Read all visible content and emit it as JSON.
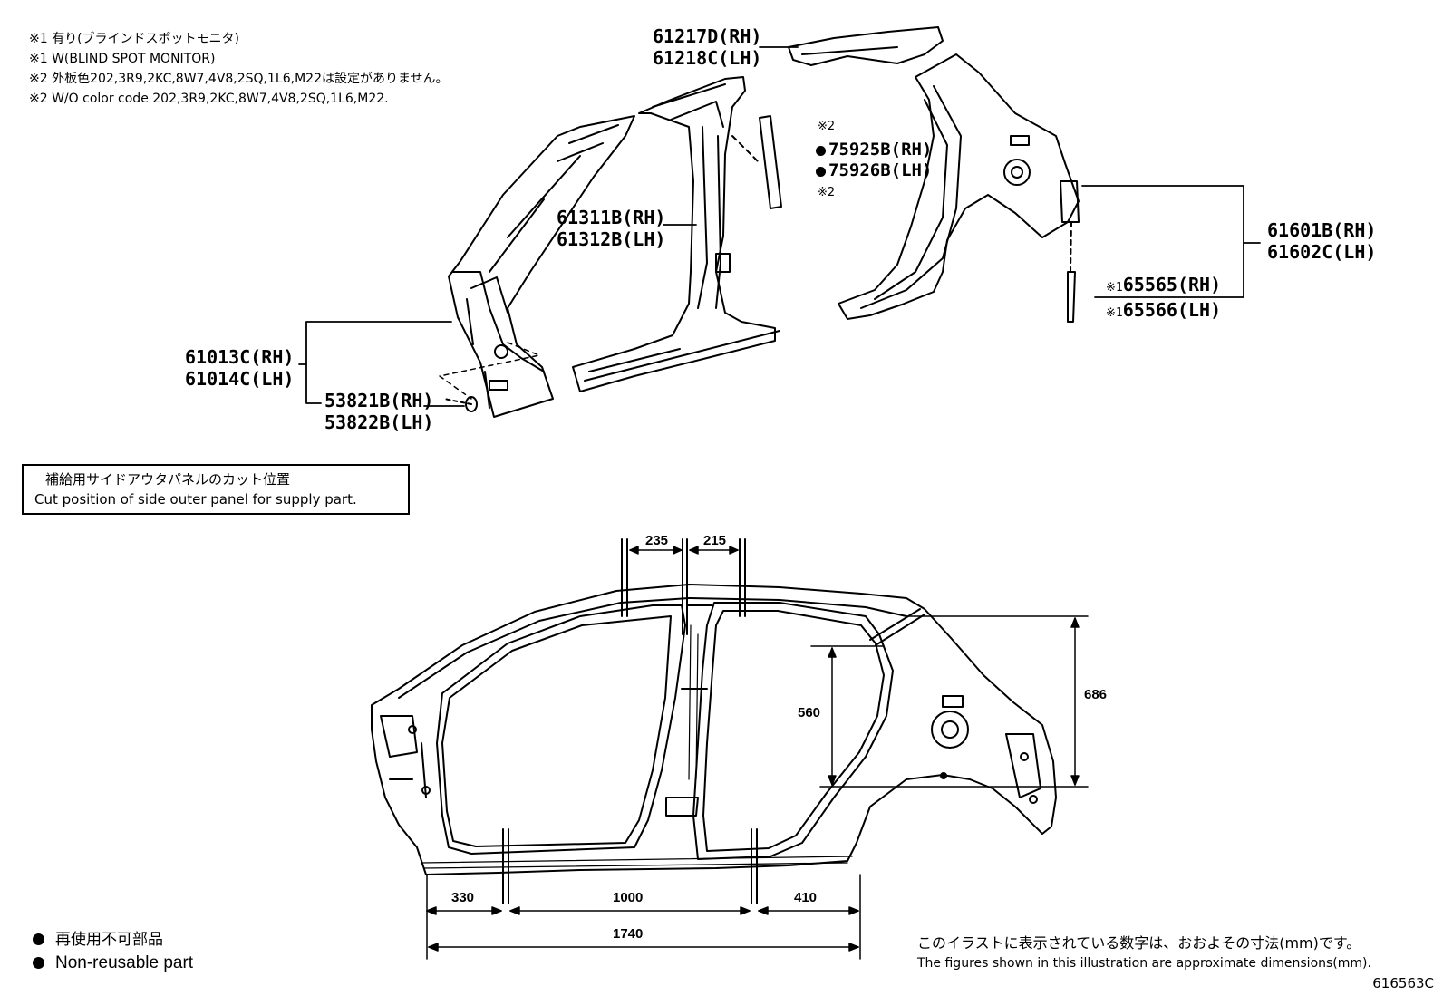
{
  "notes": [
    "※1 有り(ブラインドスポットモニタ)",
    "※1 W(BLIND SPOT MONITOR)",
    "※2 外板色202,3R9,2KC,8W7,4V8,2SQ,1L6,M22は設定がありません。",
    "※2 W/O color code 202,3R9,2KC,8W7,4V8,2SQ,1L6,M22."
  ],
  "parts": {
    "roof_rail_rh": "61217D(RH)",
    "roof_rail_lh": "61218C(LH)",
    "note2_top": "※2",
    "pillar_garnish_rh": "75925B(RH)",
    "pillar_garnish_lh": "75926B(LH)",
    "note2_bottom": "※2",
    "center_pillar_rh": "61311B(RH)",
    "center_pillar_lh": "61312B(LH)",
    "quarter_panel_rh": "61601B(RH)",
    "quarter_panel_lh": "61602C(LH)",
    "note1_a": "※1",
    "note1_b": "※1",
    "bracket_rh": "65565(RH)",
    "bracket_lh": "65566(LH)",
    "front_pillar_rh": "61013C(RH)",
    "front_pillar_lh": "61014C(LH)",
    "plug_rh": "53821B(RH)",
    "plug_lh": "53822B(LH)"
  },
  "cut_box": {
    "title_ja": "補給用サイドアウタパネルのカット位置",
    "title_en": "Cut position of side outer panel for supply part."
  },
  "dimensions": {
    "d235": "235",
    "d215": "215",
    "d560": "560",
    "d686": "686",
    "d330": "330",
    "d1000": "1000",
    "d410": "410",
    "d1740": "1740"
  },
  "legend": {
    "ja": "再使用不可部品",
    "en": "Non-reusable part"
  },
  "footer": {
    "ja": "このイラストに表示されている数字は、おおよその寸法(mm)です。",
    "en": "The figures shown in this illustration are approximate dimensions(mm).",
    "code": "616563C"
  }
}
